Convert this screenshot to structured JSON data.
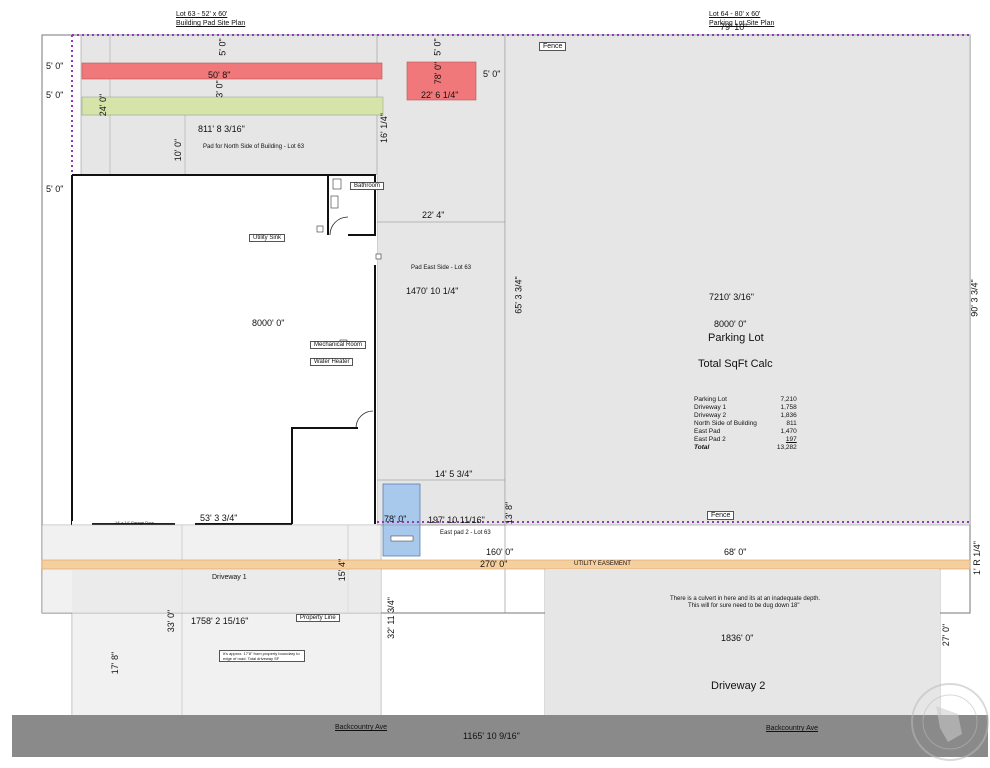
{
  "headers": {
    "lot63_title": "Lot 63 - 52' x 60'",
    "lot63_subtitle": "Building Pad Site Plan",
    "lot64_title": "Lot 64 - 80' x 60'",
    "lot64_subtitle": "Parking Lot Site Plan"
  },
  "labels": {
    "fence_top": "Fence",
    "fence_bottom": "Fence",
    "pad_north": "Pad for North Side of Building - Lot 63",
    "pad_east": "Pad East Side - Lot 63",
    "east_pad2": "East pad 2 - Lot 63",
    "parking_lot": "Parking Lot",
    "total_sqft": "Total SqFt Calc",
    "utility_easement": "UTILITY EASEMENT",
    "driveway1": "Driveway 1",
    "driveway2": "Driveway 2",
    "property_line": "Property Line",
    "culvert_note_1": "There is a culvert in here and its at an inadequate depth.",
    "culvert_note_2": "This will for sure need to be dug down 18\"",
    "approx_note": "It's approx. 17'8\" from property boundary to edge of road. Total driveway SF",
    "backcountry_left": "Backcountry Ave",
    "backcountry_right": "Backcountry Ave",
    "utility_sink": "Utility Sink",
    "bathroom": "Bathroom",
    "mechanical_room": "Mechanical Room",
    "water_heater": "Water Heater",
    "overhead_door": "14' x 14' Garage Door"
  },
  "dimensions": {
    "top_5ft_left": "5' 0\"",
    "top_5ft_right": "5' 0\"",
    "left_5ft_1": "5' 0\"",
    "left_5ft_2": "5' 0\"",
    "left_5ft_3": "5' 0\"",
    "right_5ft": "5' 0\"",
    "red_bar_area": "50' 8\"",
    "red_box_area": "78' 0\"",
    "red_box_width": "22' 6 1/4\"",
    "green_24": "24' 0\"",
    "green_3": "3' 0\"",
    "north_pad_area": "811' 8 3/16\"",
    "north_pad_10": "10' 0\"",
    "v_16_1_4": "16' 1/4\"",
    "east_width": "22' 4\"",
    "east_pad_area": "1470' 10 1/4\"",
    "east_pad_65": "65' 3 3/4\"",
    "building_area": "8000' 0\"",
    "building_width": "53' 3 3/4\"",
    "east_14": "14' 5 3/4\"",
    "blue_area": "78' 0\"",
    "east_pad2_area": "197' 10 11/16\"",
    "v_13_8": "13' 8\"",
    "parking_area": "7210' 3/16\"",
    "parking_8000": "8000' 0\"",
    "parking_90": "90' 3 3/4\"",
    "top_right_dim": "79' 10\"",
    "easement_160": "160' 0\"",
    "easement_270": "270' 0\"",
    "easement_68": "68' 0\"",
    "right_1_4": "1' R 1/4\"",
    "v_15_4": "15' 4\"",
    "driveway1_area": "1758' 2 15/16\"",
    "v_33": "33' 0\"",
    "v_32_11": "32' 11 3/4\"",
    "v_17_8": "17' 8\"",
    "driveway2_area": "1836' 0\"",
    "v_27": "27' 0\"",
    "road_area": "1165' 10 9/16\""
  },
  "calc_table": [
    {
      "label": "Parking Lot",
      "value": "7,210"
    },
    {
      "label": "Driveway 1",
      "value": "1,758"
    },
    {
      "label": "Driveway 2",
      "value": "1,836"
    },
    {
      "label": "North Side of Building",
      "value": "811"
    },
    {
      "label": "East Pad",
      "value": "1,470"
    },
    {
      "label": "East Pad 2",
      "value": "197"
    },
    {
      "label": "Total",
      "value": "13,282"
    }
  ],
  "colors": {
    "pad_gray": "#e6e6e6",
    "red_pad": "#f0787a",
    "green_pad": "#d6e3a9",
    "blue_pad": "#a8c8ec",
    "easement_orange": "#f6cf9e",
    "road_gray": "#8a8a8a",
    "fence_purple": "#8e3ab2"
  }
}
